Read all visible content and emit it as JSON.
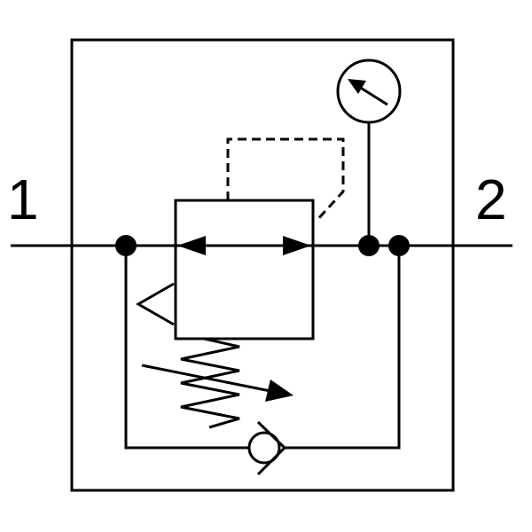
{
  "diagram": {
    "ports": {
      "inlet_label": "1",
      "outlet_label": "2"
    },
    "components": [
      "pressure-regulator-valve",
      "adjustable-spring",
      "pressure-gauge",
      "check-valve",
      "pilot-line",
      "junction-dots"
    ],
    "colors": {
      "line": "#000000",
      "background": "#ffffff"
    }
  }
}
